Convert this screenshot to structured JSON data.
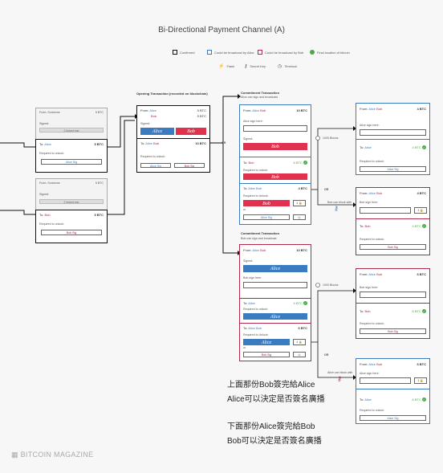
{
  "title": "Bi-Directional Payment Channel (A)",
  "legend": {
    "confirmed": "Confirmed",
    "alice": "Could be broadcast by Alice",
    "bob": "Could be broadcast by Bob",
    "final": "Final location of bitcoin",
    "flash": "Flash",
    "secret_key": "Secret Key",
    "timelock": "Timelock"
  },
  "colors": {
    "alice": "#3b7bbf",
    "bob": "#b0284a",
    "confirmed": "#111111",
    "final": "#4aa84a"
  },
  "funding": [
    {
      "from": "From:",
      "from_name": "Someone",
      "from_amt": "5 BTC",
      "signed": "Signed:",
      "signed_val": "2 linked inst",
      "to": "To:",
      "to_name": "Alice",
      "to_amt": "5 BTC",
      "req": "Required to unlock:",
      "sig": "Alice Sig"
    },
    {
      "from": "From:",
      "from_name": "Someone",
      "from_amt": "5 BTC",
      "signed": "Signed:",
      "signed_val": "2 linked inst",
      "to": "To:",
      "to_name": "Bob",
      "to_amt": "5 BTC",
      "req": "Required to unlock:",
      "sig": "Bob Sig"
    }
  ],
  "opening": {
    "label": "Opening Transaction (recorded on blockchain)",
    "from": "From:",
    "alice": "Alice",
    "bob": "Bob",
    "alice_amt": "5 BTC",
    "bob_amt": "5 BTC",
    "signed": "Signed:",
    "sig_alice": "Alice",
    "sig_bob": "Bob",
    "to": "To:",
    "to_amt": "10 BTC",
    "req": "Required to unlock:",
    "alice_sig": "Alice Sig",
    "bob_sig": "Bob Sig"
  },
  "or": "OR",
  "commit_a": {
    "label": "Commitment Transaction",
    "sub": "Alice can sign and broadcast",
    "from": "From:",
    "alice": "Alice",
    "bob": "Bob",
    "amt": "10 BTC",
    "alice_sign_here": "Alice sign here:",
    "signed": "Signed:",
    "sig": "Bob",
    "to1": "To:",
    "to1_name": "Bob",
    "to1_amt": "6 BTC",
    "req1": "Required to unlock:",
    "req1_val": "Bob",
    "to2": "To:",
    "to2_names": "Alice Bob",
    "to2_amt": "4 BTC",
    "req2": "Required to Unlock:",
    "req2_val": "Bob",
    "lock": "1",
    "or_small": "or",
    "alice_sig": "Alice Sig"
  },
  "commit_b": {
    "label": "Commitment Transaction",
    "sub": "Bob can sign and broadcast",
    "from": "From:",
    "alice": "Alice",
    "bob": "Bob",
    "amt": "10 BTC",
    "signed": "Signed:",
    "sig": "Alice",
    "bob_sign_here": "Bob sign here:",
    "to1": "To:",
    "to1_name": "Alice",
    "to1_amt": "4 BTC",
    "req1": "Required to unlock:",
    "req1_val": "Alice",
    "to2": "To:",
    "to2_names": "Alice Bob",
    "to2_amt": "6 BTC",
    "req2": "Required to Unlock:",
    "req2_val": "Alice",
    "lock": "1",
    "or_small": "or",
    "bob_sig": "Bob Sig"
  },
  "blocks": "1000 Blocks",
  "bob_block": "Bob can block with",
  "alice_block": "Alice can block with",
  "right_boxes": [
    {
      "from": "From:",
      "alice": "Alice",
      "bob": "Bob",
      "amt": "4 BTC",
      "sign": "Alice sign here:",
      "to": "To:",
      "to_name": "Alice",
      "to_amt": "4 BTC",
      "req": "Required to unlock:",
      "sig": "Alice Sig"
    },
    {
      "from": "From:",
      "alice": "Alice",
      "bob": "Bob",
      "amt": "4 BTC",
      "sign": "Bob sign here:",
      "lock": "1",
      "to": "To:",
      "to_name": "Bob",
      "to_amt": "4 BTC",
      "req": "Required to unlock:",
      "sig": "Bob Sig"
    },
    {
      "from": "From:",
      "alice": "Alice",
      "bob": "Bob",
      "amt": "6 BTC",
      "sign": "Bob sign here:",
      "to": "To:",
      "to_name": "Bob",
      "to_amt": "6 BTC",
      "req": "Required to unlock:",
      "sig": "Bob Sig"
    },
    {
      "from": "From:",
      "alice": "Alice",
      "bob": "Bob",
      "amt": "6 BTC",
      "sign": "Alice sign here:",
      "lock": "1",
      "to": "To:",
      "to_name": "Alice",
      "to_amt": "6 BTC",
      "req": "Required to unlock:",
      "sig": "Alice Sig"
    }
  ],
  "notes": [
    "上面那份Bob簽完給Alice",
    "Alice可以決定是否簽名廣播",
    "下面那份Alice簽完給Bob",
    "Bob可以決定是否簽名廣播"
  ],
  "brand": "BITCOIN MAGAZINE"
}
